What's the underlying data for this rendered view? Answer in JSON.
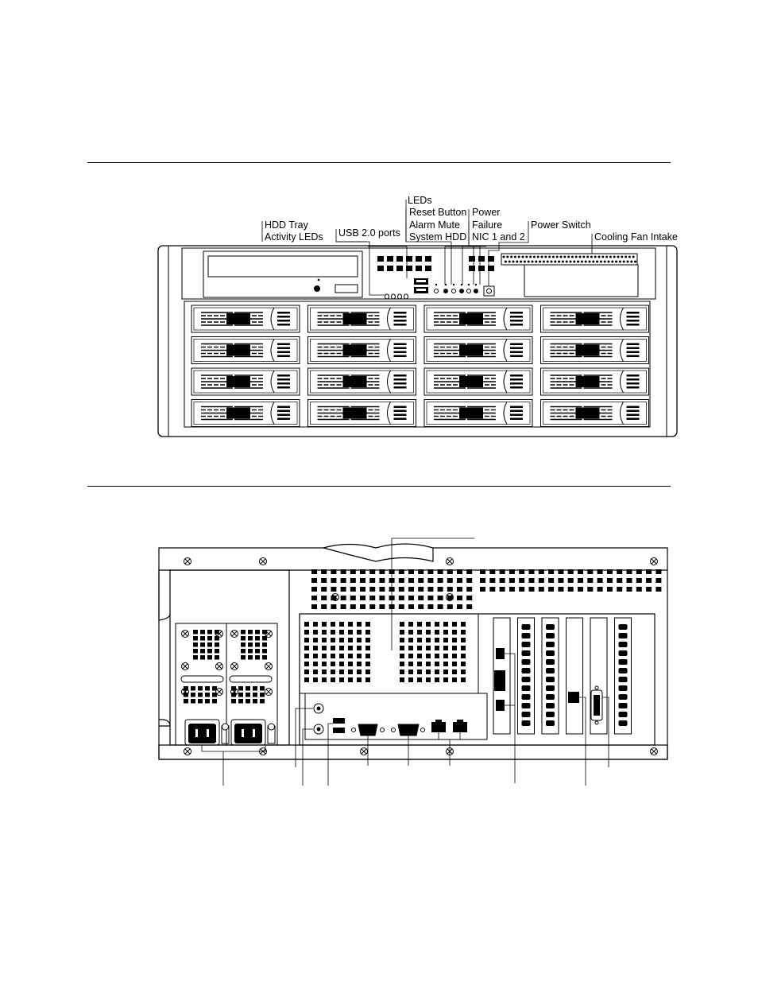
{
  "front_view": {
    "labels": {
      "leds": "LEDs",
      "reset_button": "Reset Button",
      "alarm_mute": "Alarm Mute",
      "system_hdd": "System HDD",
      "power": "Power",
      "failure": "Failure",
      "nic": "NIC 1 and 2",
      "power_switch": "Power Switch",
      "hdd_tray_line1": "HDD Tray",
      "hdd_tray_line2": "Activity LEDs",
      "usb": "USB 2.0 ports",
      "cooling": "Cooling Fan Intake"
    },
    "hdd_bays": {
      "rows": 4,
      "columns": 4
    }
  },
  "rear_view": {
    "pcie_slots": 6
  },
  "colors": {
    "line": "#000000",
    "background": "#ffffff"
  }
}
